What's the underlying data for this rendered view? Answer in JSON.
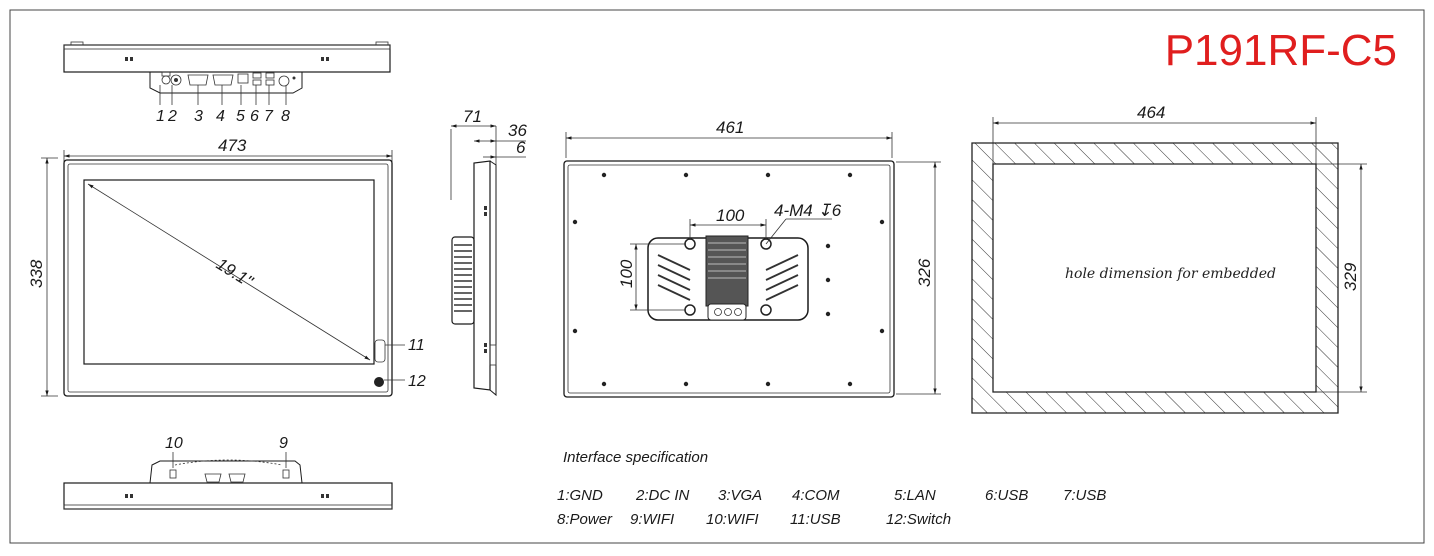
{
  "model": {
    "text": "P191RF-C5",
    "color": "#e01e1e"
  },
  "top_view": {
    "port_numbers": [
      "1",
      "2",
      "3",
      "4",
      "5",
      "6",
      "7",
      "8"
    ]
  },
  "front_view": {
    "width_label": "473",
    "height_label": "338",
    "diagonal_label": "19.1\"",
    "callouts": [
      "11",
      "12"
    ]
  },
  "side_view": {
    "depth_label": "71",
    "bezel_label": "36",
    "thin_label": "6"
  },
  "back_view": {
    "width_label": "461",
    "height_label": "326",
    "vesa_w_label": "100",
    "vesa_h_label": "100",
    "screw_label": "4-M4 ↧6"
  },
  "cutout": {
    "width_label": "464",
    "height_label": "329",
    "text": "hole dimension for embedded"
  },
  "bottom_view": {
    "callouts": [
      "10",
      "9"
    ]
  },
  "interface": {
    "heading": "Interface specification",
    "row1": [
      "1:GND",
      "2:DC IN",
      "3:VGA",
      "4:COM",
      "5:LAN",
      "6:USB",
      "7:USB"
    ],
    "row2": [
      "8:Power",
      "9:WIFI",
      "10:WIFI",
      "11:USB",
      "12:Switch"
    ]
  }
}
